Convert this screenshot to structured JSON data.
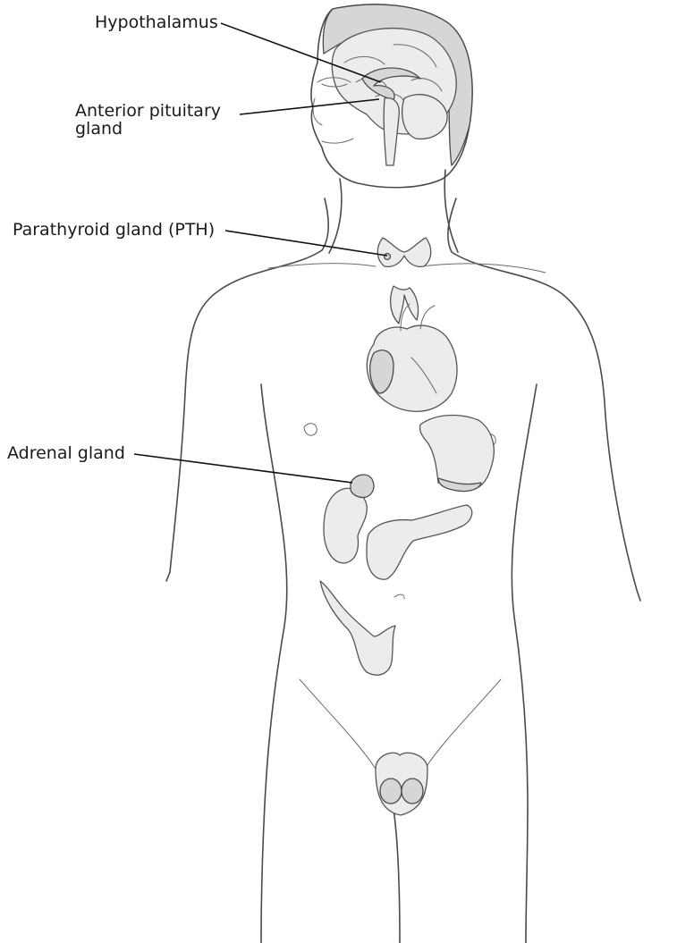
{
  "labels": {
    "hypothalamus": "Hypothalamus",
    "anterior_pituitary": "Anterior pituitary\ngland",
    "parathyroid": "Parathyroid gland (PTH)",
    "adrenal": "Adrenal gland"
  },
  "colors": {
    "line": "#111111",
    "skin": "#ffffff",
    "organ_fill": "#ececec",
    "outline": "#4a4a4a"
  }
}
